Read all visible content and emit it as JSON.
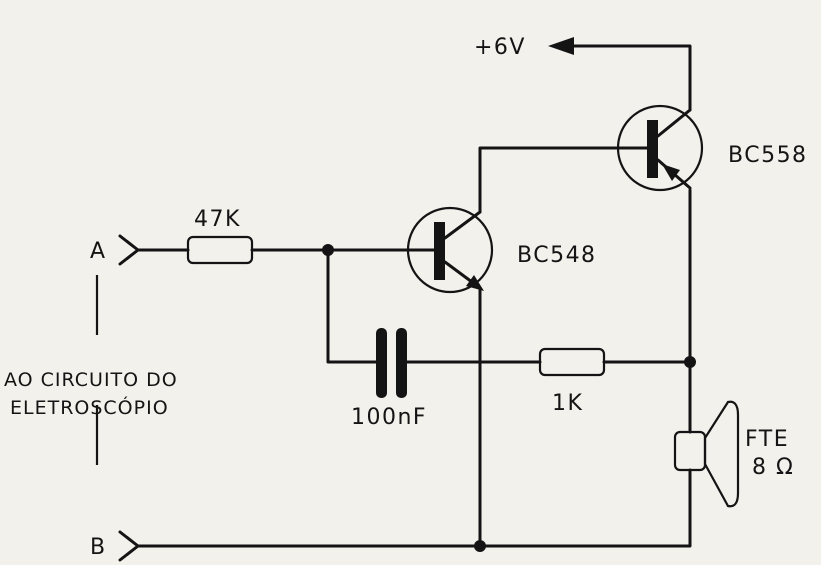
{
  "schematic": {
    "supply_label": "+6V",
    "terminal_a": "A",
    "terminal_b": "B",
    "resistor_r1": "47K",
    "resistor_r2": "1K",
    "capacitor": "100nF",
    "transistor_q1": "BC548",
    "transistor_q2": "BC558",
    "speaker_label": "FTE",
    "speaker_impedance": "8 Ω",
    "side_note_line1": "AO CIRCUITO DO",
    "side_note_line2": "ELETROSCÓPIO"
  }
}
